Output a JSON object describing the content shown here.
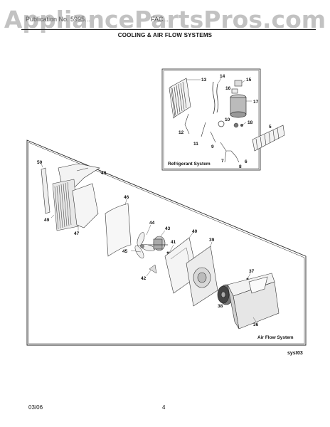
{
  "header": {
    "watermark": "AppliancePartsPros.com",
    "left_text": "Publication No. 5995...",
    "right_text": "FAC...",
    "section_title": "COOLING & AIR FLOW SYSTEMS"
  },
  "refrigerant_box": {
    "title": "Refrigerant System",
    "callouts": [
      "13",
      "14",
      "15",
      "16",
      "17",
      "10",
      "18",
      "12",
      "5",
      "11",
      "9",
      "7",
      "6",
      "8"
    ]
  },
  "airflow_box": {
    "title": "Air Flow System",
    "callouts": [
      "50",
      "48",
      "49",
      "47",
      "46",
      "44",
      "43",
      "45",
      "42",
      "41",
      "40",
      "39",
      "37",
      "38",
      "36"
    ]
  },
  "figure_code": "syst03",
  "footer": {
    "date": "03/06",
    "page": "4"
  }
}
